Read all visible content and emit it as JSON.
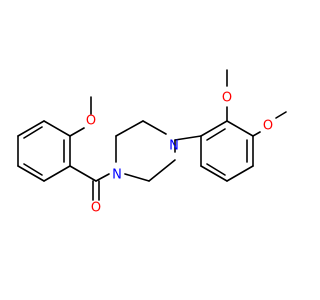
{
  "structure": {
    "colors": {
      "bond": "#000000",
      "oxygen": "#ff0000",
      "nitrogen": "#0000ff",
      "background": "#ffffff"
    },
    "atom_labels": {
      "o_methoxy_left": "O",
      "o_carbonyl": "O",
      "n_amide": "N",
      "n_benzyl": "N",
      "o_methoxy_2": "O",
      "o_methoxy_3": "O"
    }
  }
}
